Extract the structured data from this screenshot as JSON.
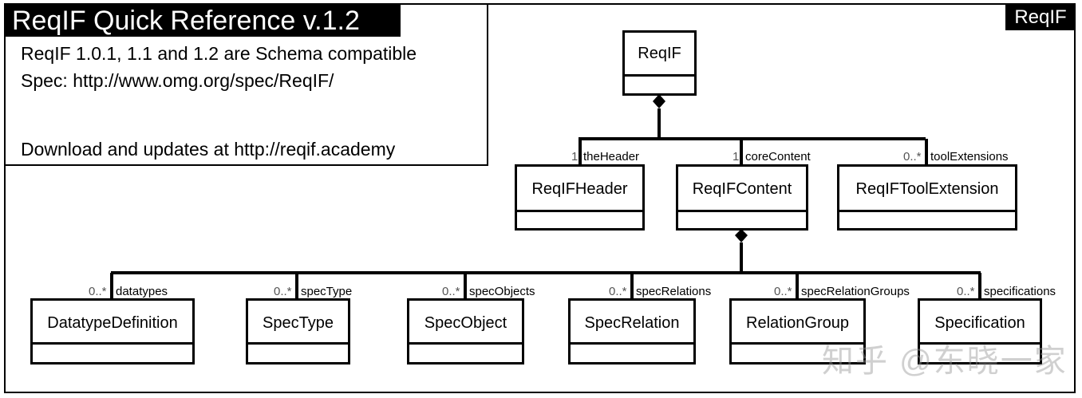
{
  "header": {
    "title": "ReqIF Quick Reference v.1.2",
    "tag": "ReqIF"
  },
  "info": {
    "line1": "ReqIF 1.0.1, 1.1 and 1.2 are Schema compatible",
    "line2": "Spec: http://www.omg.org/spec/ReqIF/",
    "line3": "Download and updates at http://reqif.academy"
  },
  "diagram": {
    "root": {
      "name": "ReqIF"
    },
    "level1": [
      {
        "name": "ReqIFHeader",
        "role": "theHeader",
        "multiplicity": "1"
      },
      {
        "name": "ReqIFContent",
        "role": "coreContent",
        "multiplicity": "1"
      },
      {
        "name": "ReqIFToolExtension",
        "role": "toolExtensions",
        "multiplicity": "0..*"
      }
    ],
    "level2": [
      {
        "name": "DatatypeDefinition",
        "role": "datatypes",
        "multiplicity": "0..*"
      },
      {
        "name": "SpecType",
        "role": "specType",
        "multiplicity": "0..*"
      },
      {
        "name": "SpecObject",
        "role": "specObjects",
        "multiplicity": "0..*"
      },
      {
        "name": "SpecRelation",
        "role": "specRelations",
        "multiplicity": "0..*"
      },
      {
        "name": "RelationGroup",
        "role": "specRelationGroups",
        "multiplicity": "0..*"
      },
      {
        "name": "Specification",
        "role": "specifications",
        "multiplicity": "0..*"
      }
    ]
  },
  "watermark": "知乎 @东晓一家"
}
